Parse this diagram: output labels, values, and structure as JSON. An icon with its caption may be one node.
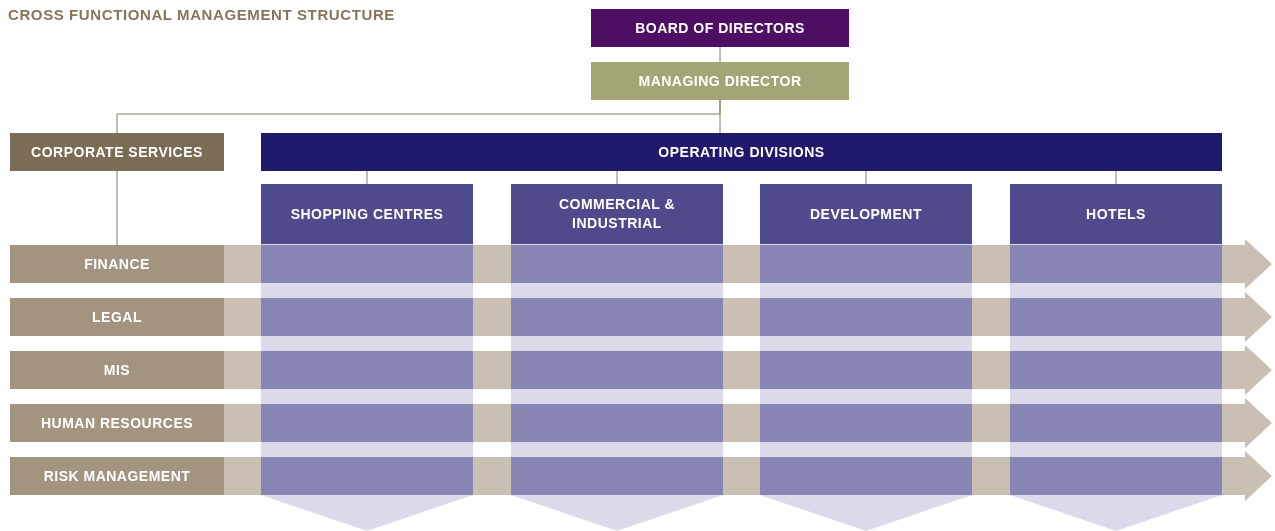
{
  "diagram": {
    "title": "CROSS FUNCTIONAL MANAGEMENT STRUCTURE",
    "nodes": [
      {
        "text": [
          "BOARD OF DIRECTORS"
        ]
      },
      {
        "text": [
          "MANAGING DIRECTOR"
        ]
      },
      {
        "text": [
          "CORPORATE SERVICES"
        ]
      },
      {
        "text": [
          "OPERATING DIVISIONS"
        ]
      },
      {
        "text": [
          "SHOPPING CENTRES"
        ]
      },
      {
        "text": [
          "COMMERCIAL & INDUSTRIAL"
        ]
      },
      {
        "text": [
          "DEVELOPMENT"
        ]
      },
      {
        "text": [
          "HOTELS"
        ]
      },
      {
        "text": [
          "FINANCE"
        ]
      },
      {
        "text": [
          "LEGAL"
        ]
      },
      {
        "text": [
          "MIS"
        ]
      },
      {
        "text": [
          "HUMAN RESOURCES"
        ]
      },
      {
        "text": [
          "RISK MANAGEMENT"
        ]
      }
    ],
    "edges": [
      {
        "from": 0,
        "to": 1,
        "arrow": "none"
      },
      {
        "from": 1,
        "to": 2,
        "arrow": "none"
      },
      {
        "from": 1,
        "to": 3,
        "arrow": "none"
      },
      {
        "from": 3,
        "to": 4,
        "arrow": "none"
      },
      {
        "from": 3,
        "to": 5,
        "arrow": "none"
      },
      {
        "from": 3,
        "to": 6,
        "arrow": "none"
      },
      {
        "from": 3,
        "to": 7,
        "arrow": "none"
      },
      {
        "from": 2,
        "to": 8,
        "arrow": "none"
      }
    ]
  }
}
